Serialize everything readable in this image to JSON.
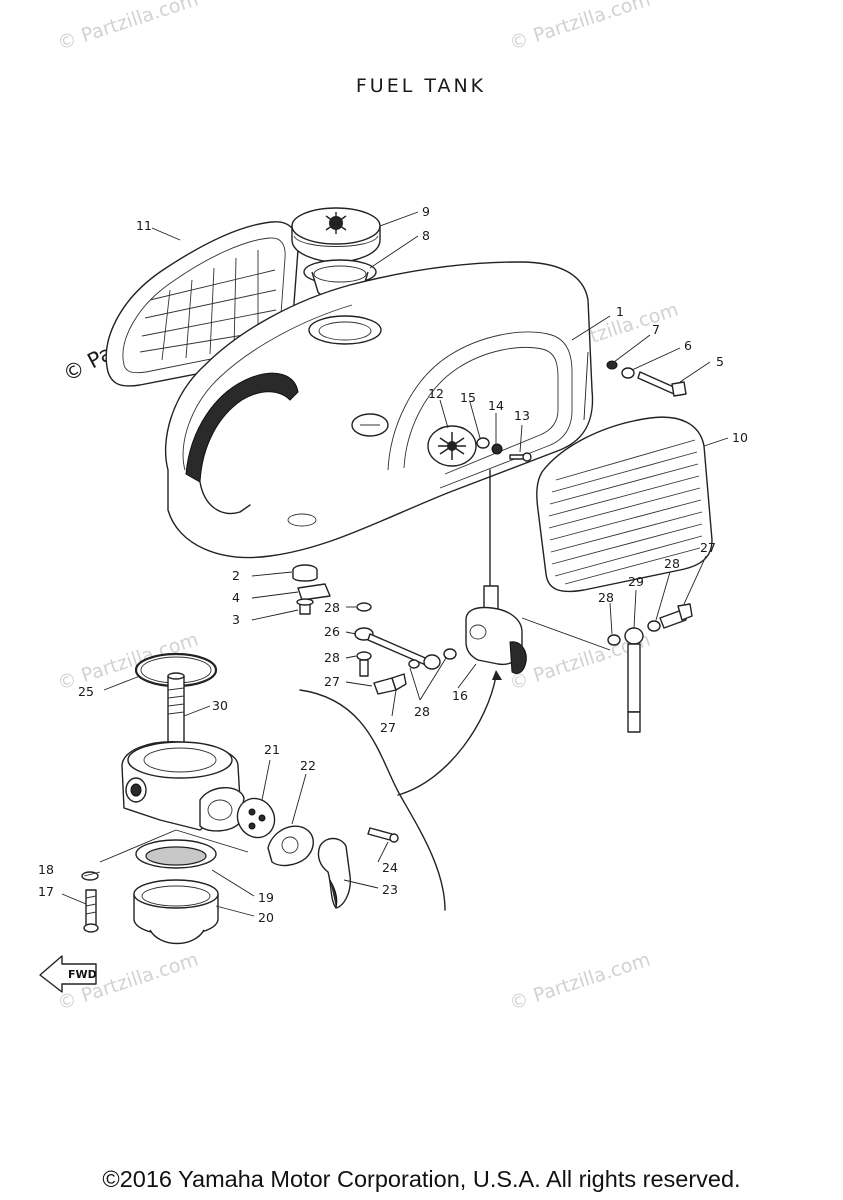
{
  "title": "FUEL TANK",
  "copyright": "©2016 Yamaha Motor Corporation, U.S.A. All rights reserved.",
  "watermark": "© Partzilla.com",
  "fwd_label": "FWD",
  "callouts": [
    {
      "id": "1",
      "label": "1"
    },
    {
      "id": "2",
      "label": "2"
    },
    {
      "id": "3",
      "label": "3"
    },
    {
      "id": "4",
      "label": "4"
    },
    {
      "id": "5",
      "label": "5"
    },
    {
      "id": "6",
      "label": "6"
    },
    {
      "id": "7",
      "label": "7"
    },
    {
      "id": "8",
      "label": "8"
    },
    {
      "id": "9",
      "label": "9"
    },
    {
      "id": "10",
      "label": "10"
    },
    {
      "id": "11",
      "label": "11"
    },
    {
      "id": "12",
      "label": "12"
    },
    {
      "id": "13",
      "label": "13"
    },
    {
      "id": "14",
      "label": "14"
    },
    {
      "id": "15",
      "label": "15"
    },
    {
      "id": "16",
      "label": "16"
    },
    {
      "id": "17",
      "label": "17"
    },
    {
      "id": "18",
      "label": "18"
    },
    {
      "id": "19",
      "label": "19"
    },
    {
      "id": "20",
      "label": "20"
    },
    {
      "id": "21",
      "label": "21"
    },
    {
      "id": "22",
      "label": "22"
    },
    {
      "id": "23",
      "label": "23"
    },
    {
      "id": "24",
      "label": "24"
    },
    {
      "id": "25",
      "label": "25"
    },
    {
      "id": "26",
      "label": "26"
    },
    {
      "id": "27",
      "label": "27"
    },
    {
      "id": "28",
      "label": "28"
    },
    {
      "id": "29",
      "label": "29"
    },
    {
      "id": "30",
      "label": "30"
    }
  ]
}
